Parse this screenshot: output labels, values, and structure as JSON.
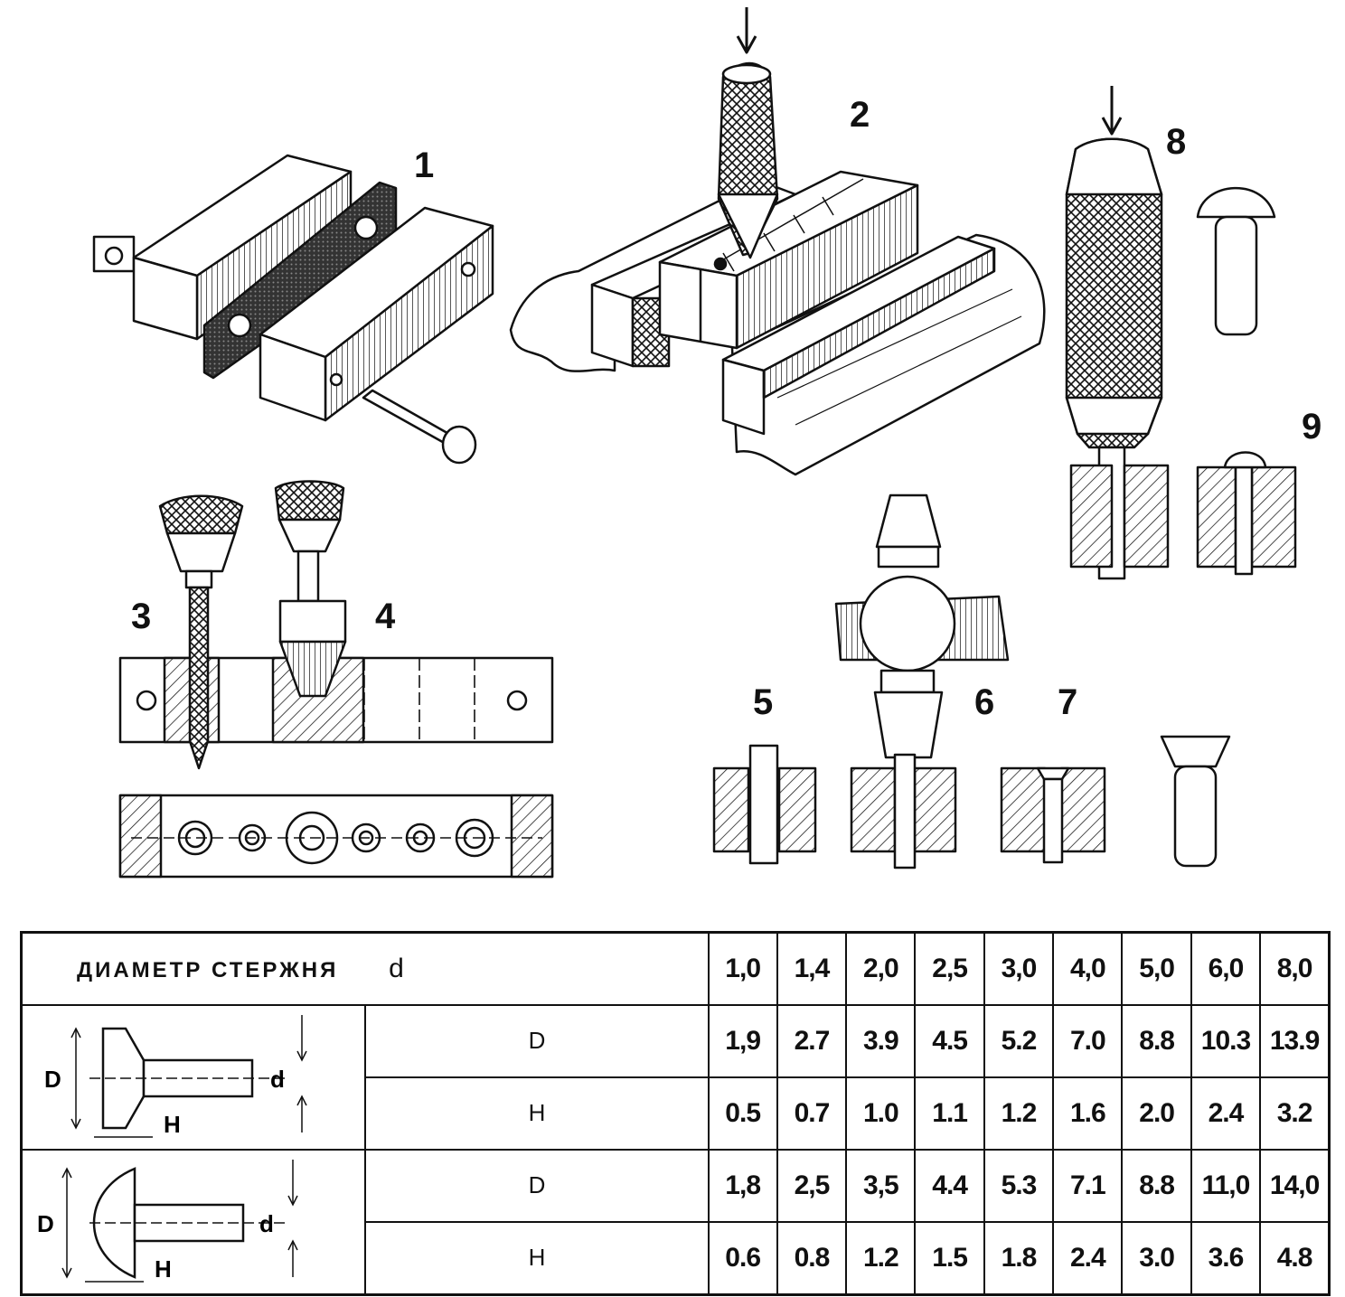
{
  "figure_labels": {
    "f1": "1",
    "f2": "2",
    "f3": "3",
    "f4": "4",
    "f5": "5",
    "f6": "6",
    "f7": "7",
    "f8": "8",
    "f9": "9"
  },
  "table": {
    "header_label": "ДИАМЕТР СТЕРЖНЯ",
    "header_symbol": "d",
    "diameters": [
      "1,0",
      "1,4",
      "2,0",
      "2,5",
      "3,0",
      "4,0",
      "5,0",
      "6,0",
      "8,0"
    ],
    "sketch_labels": {
      "D": "D",
      "H": "H",
      "d": "d"
    },
    "countersunk": {
      "D_label": "D",
      "H_label": "H",
      "D": [
        "1,9",
        "2.7",
        "3.9",
        "4.5",
        "5.2",
        "7.0",
        "8.8",
        "10.3",
        "13.9"
      ],
      "H": [
        "0.5",
        "0.7",
        "1.0",
        "1.1",
        "1.2",
        "1.6",
        "2.0",
        "2.4",
        "3.2"
      ]
    },
    "round_head": {
      "D_label": "D",
      "H_label": "H",
      "D": [
        "1,8",
        "2,5",
        "3,5",
        "4.4",
        "5.3",
        "7.1",
        "8.8",
        "11,0",
        "14,0"
      ],
      "H": [
        "0.6",
        "0.8",
        "1.2",
        "1.5",
        "1.8",
        "2.4",
        "3.0",
        "3.6",
        "4.8"
      ]
    }
  }
}
